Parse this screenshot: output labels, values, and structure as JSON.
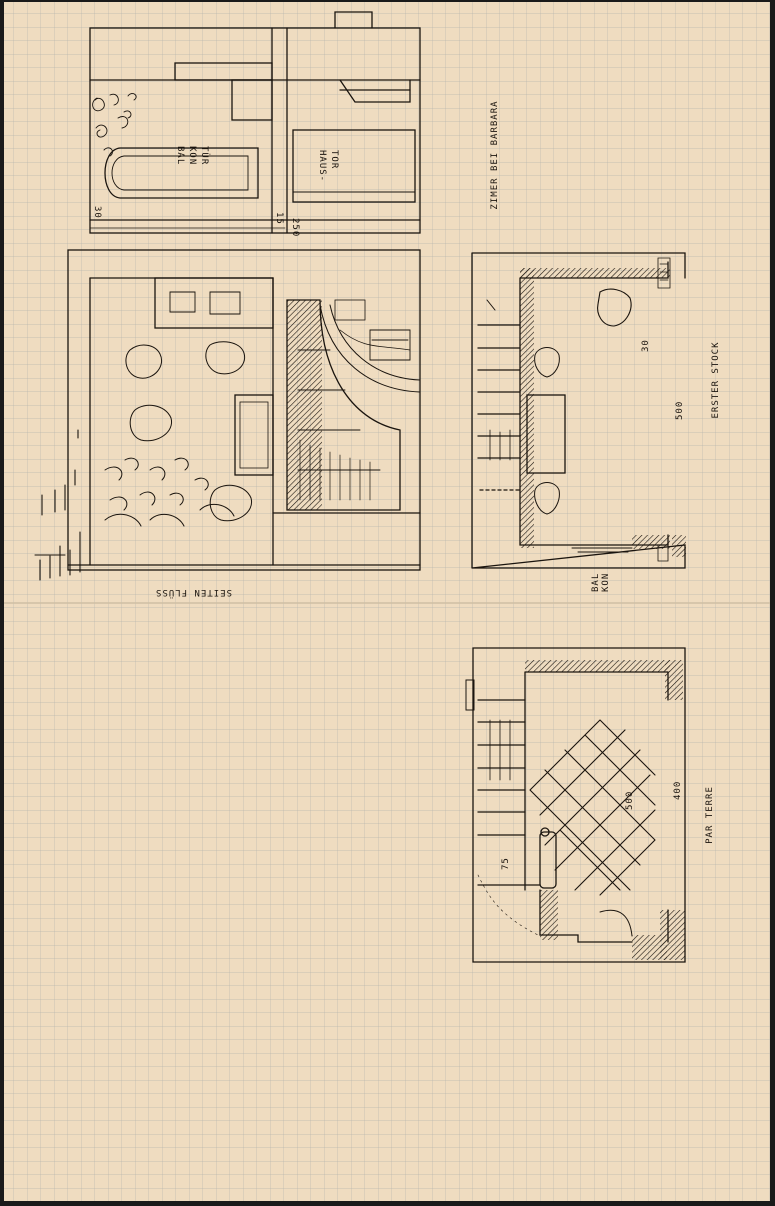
{
  "sheet": {
    "paper_color": "#efdcc0",
    "grid_color": "#b8b6ae",
    "ink_color": "#1a140e"
  },
  "labels": {
    "balkontur": [
      "BAL",
      "KON",
      "TÜR"
    ],
    "haustor": [
      "HAUS-",
      "TOR"
    ],
    "zimmer_bei_barbara": "ZIMER BEI BARBARA",
    "seiten_fluss": "SEITEN FLÜSS",
    "erster_stock": "ERSTER STOCK",
    "parterre": "PAR TERRE",
    "balkon_small": [
      "BAL",
      "KON"
    ]
  },
  "dimensions": {
    "d30": "30",
    "d15": "15",
    "d250": "250",
    "d500_first": "500",
    "d500_ground": "500",
    "d400": "400",
    "d75": "75",
    "d30b": "30"
  }
}
